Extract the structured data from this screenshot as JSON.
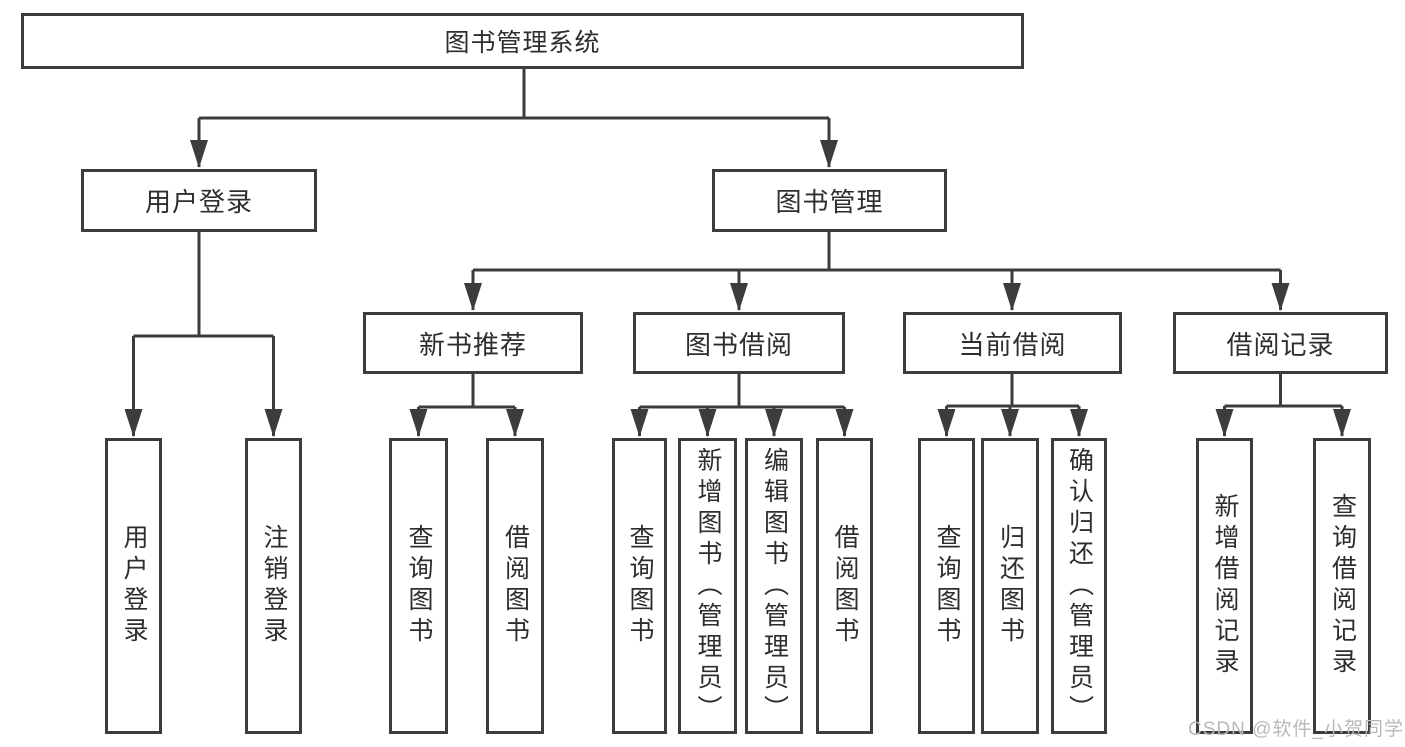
{
  "diagram": {
    "root": {
      "label": "图书管理系统"
    },
    "branches": [
      {
        "label": "用户登录",
        "children": [
          {
            "label": "用户登录"
          },
          {
            "label": "注销登录"
          }
        ]
      },
      {
        "label": "图书管理",
        "sections": [
          {
            "label": "新书推荐",
            "children": [
              {
                "label": "查询图书"
              },
              {
                "label": "借阅图书"
              }
            ]
          },
          {
            "label": "图书借阅",
            "children": [
              {
                "label": "查询图书"
              },
              {
                "label": "新增图书（管理员）"
              },
              {
                "label": "编辑图书（管理员）"
              },
              {
                "label": "借阅图书"
              }
            ]
          },
          {
            "label": "当前借阅",
            "children": [
              {
                "label": "查询图书"
              },
              {
                "label": "归还图书"
              },
              {
                "label": "确认归还（管理员）"
              }
            ]
          },
          {
            "label": "借阅记录",
            "children": [
              {
                "label": "新增借阅记录"
              },
              {
                "label": "查询借阅记录"
              }
            ]
          }
        ]
      }
    ]
  },
  "watermark": {
    "text": "CSDN @软件_小贺同学"
  },
  "colors": {
    "line": "#3c3c3c",
    "box_border": "#3c3c3c",
    "text": "#2e2e2e",
    "watermark": "#b9b9b9",
    "background": "#ffffff"
  }
}
